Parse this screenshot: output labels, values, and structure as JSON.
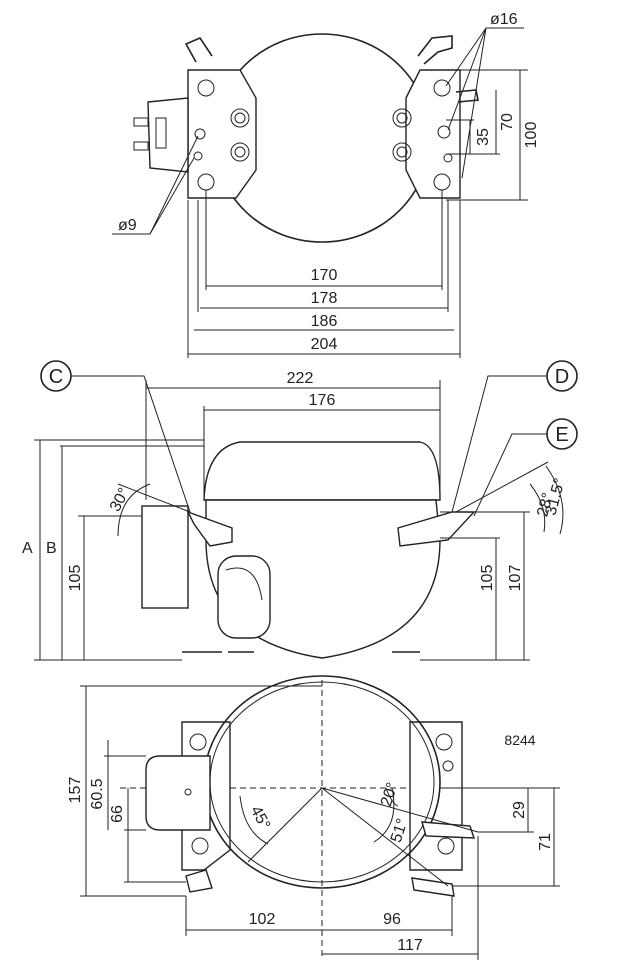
{
  "drawing_code": "8244",
  "top_view": {
    "hole_diameter_large": "ø16",
    "hole_diameter_small": "ø9",
    "dims": {
      "d170": "170",
      "d178": "178",
      "d186": "186",
      "d204": "204",
      "d35": "35",
      "d70": "70",
      "d100": "100"
    }
  },
  "side_view": {
    "callouts": {
      "c": "C",
      "d": "D",
      "e": "E"
    },
    "labels": {
      "a": "A",
      "b": "B"
    },
    "dims": {
      "d222": "222",
      "d176": "176",
      "d105_left": "105",
      "d105_right": "105",
      "d107": "107",
      "ang30": "30°",
      "ang28": "28°",
      "ang31_5": "31.5°"
    }
  },
  "bottom_view": {
    "dims": {
      "d157": "157",
      "d60_5": "60.5",
      "d66": "66",
      "d29": "29",
      "d71": "71",
      "d102": "102",
      "d96": "96",
      "d117": "117",
      "ang45": "45°",
      "ang20": "20°",
      "ang51": "51°"
    }
  }
}
